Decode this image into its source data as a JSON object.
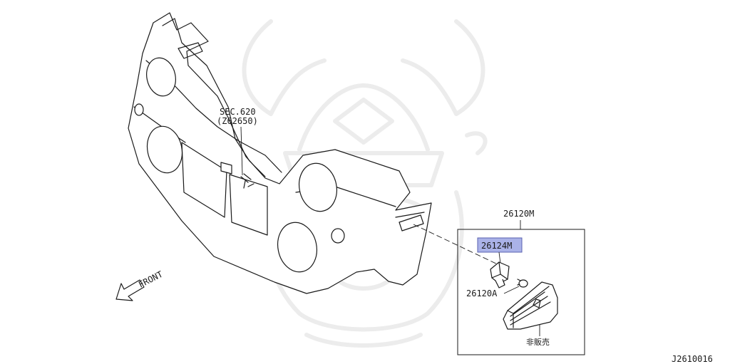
{
  "labels": {
    "section_ref": "SEC.620",
    "section_sub": "(Z62650)",
    "front_label": "FRONT",
    "assembly_part": "26120M",
    "highlighted_part": "26124M",
    "bulb_part": "26120A",
    "not_sold_note": "非販売",
    "diagram_id": "J2610016"
  },
  "colors": {
    "highlight_fill": "#aab2e8",
    "highlight_stroke": "#5a62b0",
    "line": "#1a1a1a",
    "watermark": "#ececec"
  }
}
